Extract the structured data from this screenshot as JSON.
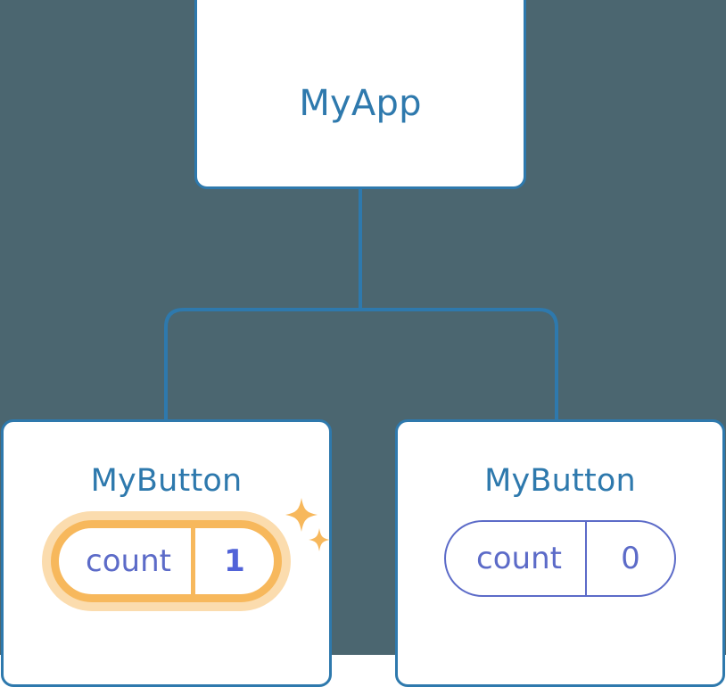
{
  "diagram": {
    "kind": "component-tree",
    "background_color": "#4B6670",
    "node_border_color": "#2E79AD",
    "node_fill_color": "#FFFFFF",
    "connector_color": "#2E79AD",
    "state_color": "#5C6BC8",
    "highlight_color": "#F7B85C",
    "highlight_glow_color": "#FBDCAE",
    "highlight_value_color": "#5163D8"
  },
  "root": {
    "title": "MyApp"
  },
  "children": [
    {
      "title": "MyButton",
      "state": {
        "key": "count",
        "value": "1"
      },
      "highlighted": true,
      "sparkle_large": "sparkle-icon",
      "sparkle_small": "sparkle-icon"
    },
    {
      "title": "MyButton",
      "state": {
        "key": "count",
        "value": "0"
      },
      "highlighted": false
    }
  ]
}
